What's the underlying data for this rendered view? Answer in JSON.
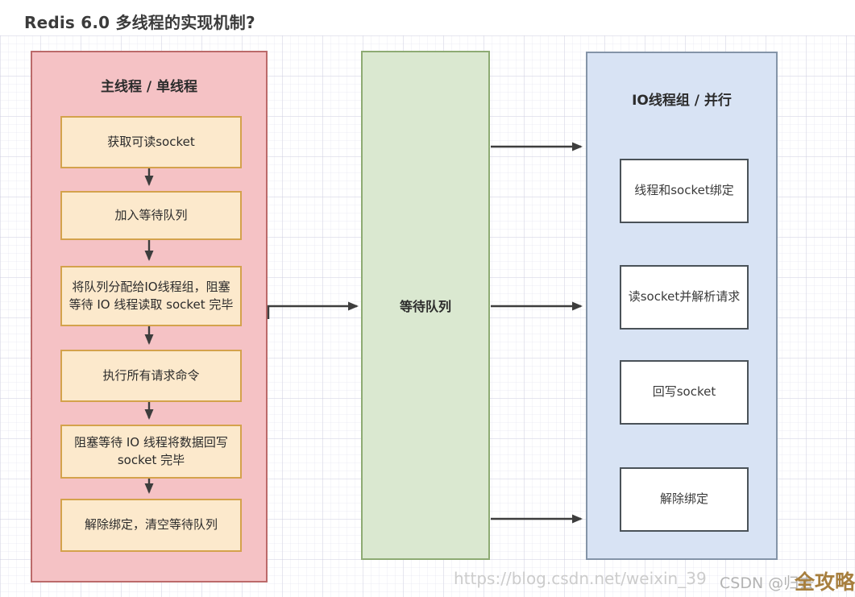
{
  "page": {
    "title": "Redis 6.0 多线程的实现机制?"
  },
  "diagram": {
    "main_thread": {
      "header": "主线程 / 单线程",
      "steps": [
        "获取可读socket",
        "加入等待队列",
        "将队列分配给IO线程组，阻塞等待 IO 线程读取 socket 完毕",
        "执行所有请求命令",
        "阻塞等待 IO 线程将数据回写 socket 完毕",
        "解除绑定，清空等待队列"
      ]
    },
    "wait_queue": {
      "label": "等待队列"
    },
    "io_threads": {
      "header": "IO线程组 / 并行",
      "steps": [
        "线程和socket绑定",
        "读socket并解析请求",
        "回写socket",
        "解除绑定"
      ]
    }
  },
  "watermark": {
    "url_text": "https://blog.csdn.net/weixin_39",
    "csdn_text": "CSDN @归去",
    "overlay_text": "全攻略"
  },
  "colors": {
    "main_panel_fill": "#f5c2c5",
    "main_panel_border": "#bb6a6a",
    "step_fill": "#fce9cc",
    "step_border": "#d4a24c",
    "queue_fill": "#dae8d0",
    "queue_border": "#8dab73",
    "io_panel_fill": "#d8e3f4",
    "io_panel_border": "#8494a8",
    "io_step_border": "#4a5258",
    "arrow": "#3d3d3d",
    "watermark_overlay": "#a77f3e",
    "title_text": "#3b3b3b"
  }
}
